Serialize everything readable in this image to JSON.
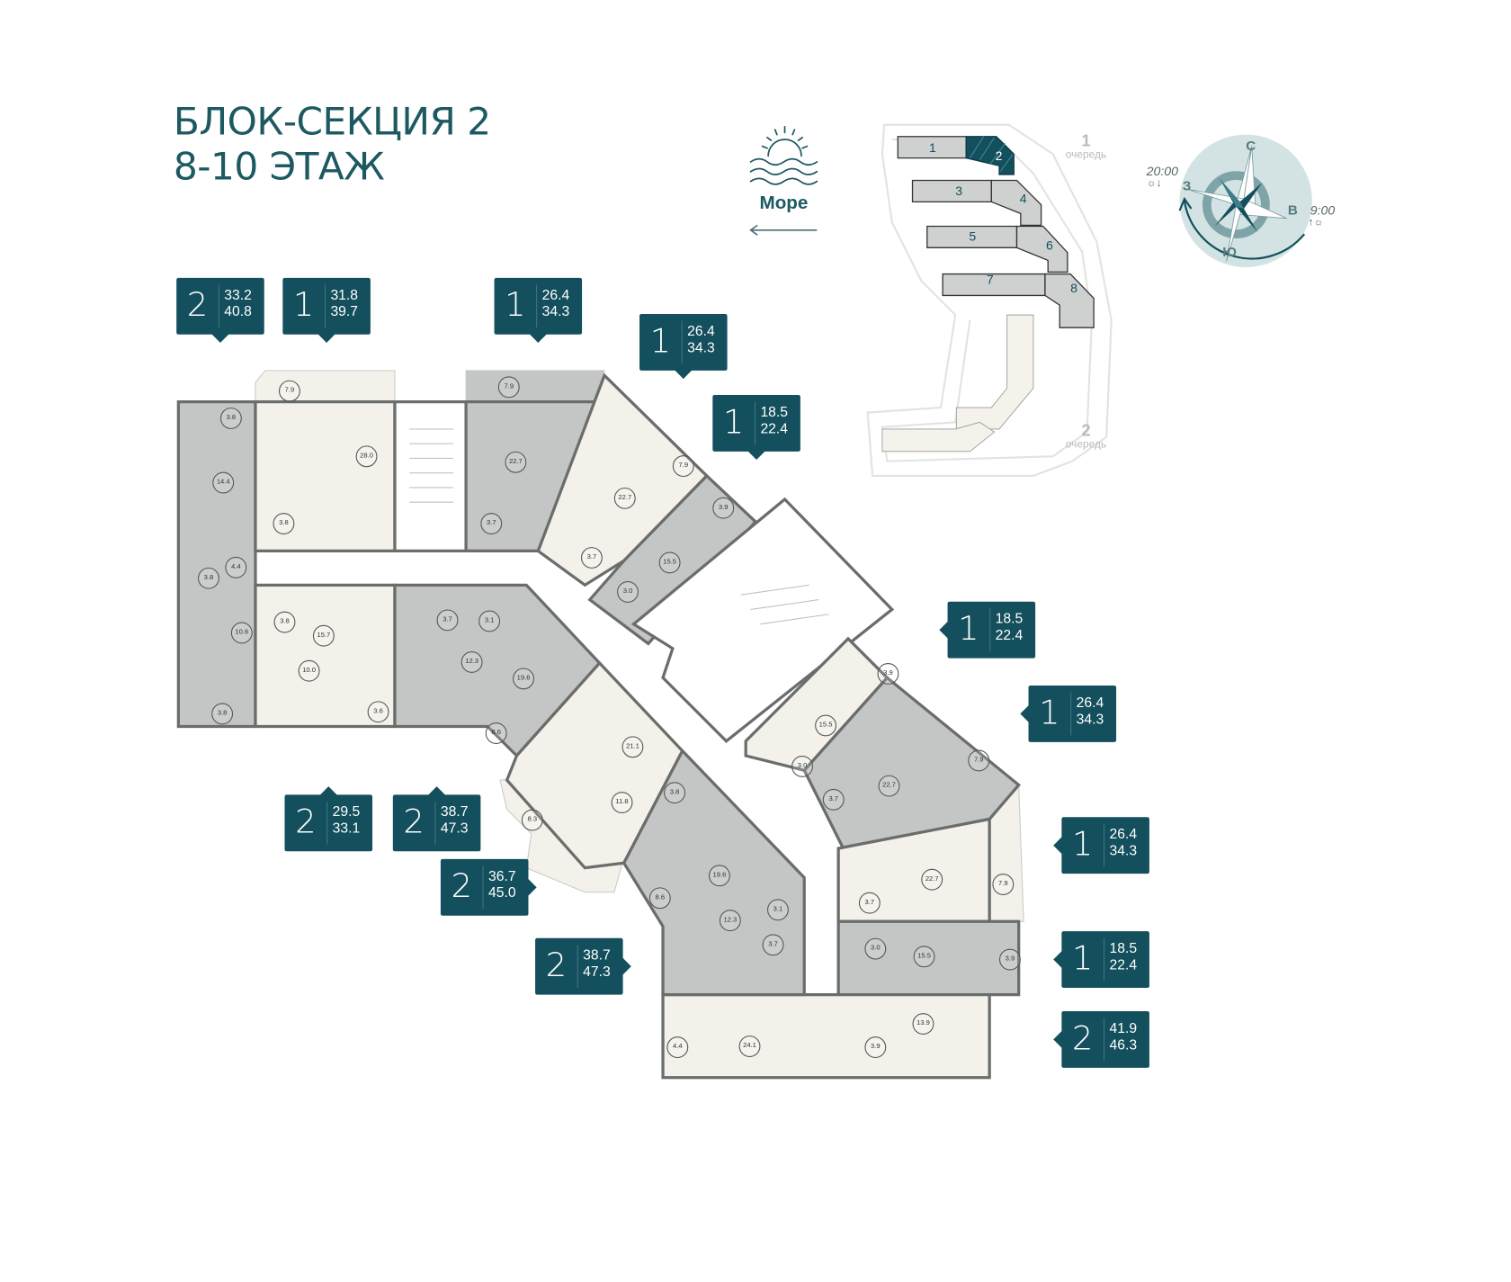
{
  "header": {
    "title_line1": "БЛОК-СЕКЦИЯ 2",
    "title_line2": "8-10 ЭТАЖ"
  },
  "sea": {
    "label": "Море",
    "icon": "sunset-over-sea-icon",
    "arrow": "arrow-left-icon"
  },
  "site_map": {
    "blocks": [
      "1",
      "2",
      "3",
      "4",
      "5",
      "6",
      "7",
      "8"
    ],
    "selected_block": "2",
    "phase1": {
      "number": "1",
      "label": "очередь"
    },
    "phase2": {
      "number": "2",
      "label": "очередь"
    }
  },
  "compass": {
    "north": "С",
    "east": "В",
    "south": "Ю",
    "west": "З",
    "sunset_time": "20:00",
    "sunrise_time": "9:00",
    "accent": "#134f5c",
    "disc": "#d3e3e3"
  },
  "tags": [
    {
      "rooms": "2",
      "living": "33.2",
      "total": "40.8"
    },
    {
      "rooms": "1",
      "living": "31.8",
      "total": "39.7"
    },
    {
      "rooms": "1",
      "living": "26.4",
      "total": "34.3"
    },
    {
      "rooms": "1",
      "living": "26.4",
      "total": "34.3"
    },
    {
      "rooms": "1",
      "living": "18.5",
      "total": "22.4"
    },
    {
      "rooms": "1",
      "living": "18.5",
      "total": "22.4"
    },
    {
      "rooms": "1",
      "living": "26.4",
      "total": "34.3"
    },
    {
      "rooms": "1",
      "living": "26.4",
      "total": "34.3"
    },
    {
      "rooms": "1",
      "living": "18.5",
      "total": "22.4"
    },
    {
      "rooms": "2",
      "living": "41.9",
      "total": "46.3"
    },
    {
      "rooms": "2",
      "living": "29.5",
      "total": "33.1"
    },
    {
      "rooms": "2",
      "living": "38.7",
      "total": "47.3"
    },
    {
      "rooms": "2",
      "living": "36.7",
      "total": "45.0"
    },
    {
      "rooms": "2",
      "living": "38.7",
      "total": "47.3"
    }
  ],
  "room_areas": [
    "7.9",
    "3.8",
    "28.0",
    "14.4",
    "3.8",
    "7.9",
    "22.7",
    "3.7",
    "22.7",
    "7.9",
    "3.9",
    "3.7",
    "3.0",
    "15.5",
    "4.4",
    "3.8",
    "3.8",
    "15.7",
    "10.6",
    "3.7",
    "3.1",
    "12.3",
    "19.6",
    "10.0",
    "3.6",
    "3.8",
    "8.6",
    "21.1",
    "11.8",
    "3.8",
    "8.3",
    "19.6",
    "12.3",
    "3.1",
    "3.7",
    "8.6",
    "3.9",
    "15.5",
    "3.0",
    "3.7",
    "22.7",
    "7.9",
    "22.7",
    "7.9",
    "3.7",
    "3.0",
    "15.5",
    "3.9",
    "13.9",
    "24.1",
    "4.4",
    "3.9"
  ],
  "colors": {
    "brand": "#134f5c",
    "title": "#1d5961",
    "apt_gray": "#c4c6c6",
    "apt_cream": "#f3f1ea",
    "wall": "#6b6d6d"
  }
}
